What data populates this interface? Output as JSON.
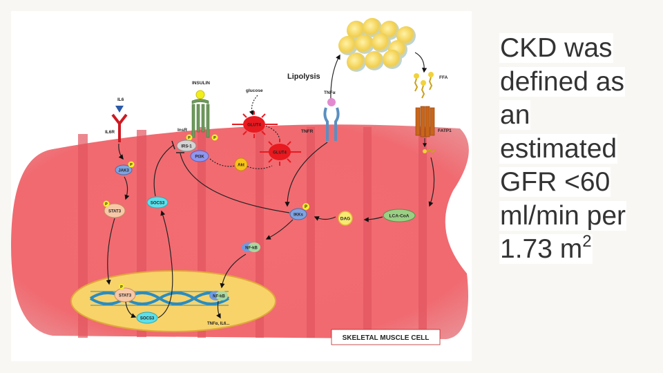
{
  "slide": {
    "text_lines": [
      "CKD was",
      "defined as",
      "an",
      "estimated",
      "GFR <60",
      "ml/min per"
    ],
    "last_line_base": "1.73 m",
    "last_line_sup": "2"
  },
  "diagram": {
    "cell_label": "SKELETAL MUSCLE CELL",
    "ligands": {
      "il6": "IL6",
      "insulin": "INSULIN",
      "glucose": "glucose",
      "tnfa": "TNFα",
      "ffa": "FFA"
    },
    "receptors": {
      "il6r": "IL6R",
      "insr": "InsR",
      "tnfr": "TNFR",
      "fatp1": "FATP1",
      "glut4_top": "GLUT4",
      "glut4_bottom": "GLUT4"
    },
    "process": {
      "lipolysis": "Lipolysis"
    },
    "nodes": {
      "irs1": "IRS-1",
      "pi3k": "PI3K",
      "akt": "Akt",
      "jak3": "JAK3",
      "stat3": "STAT3",
      "socs3": "SOCS3",
      "ikks": "IKKs",
      "nfkb": "NF-kB",
      "dag": "DAG",
      "lcacoa": "LCA-CoA",
      "nuc_stat3": "STAT3",
      "nuc_socs3": "SOCS3",
      "nuc_nfkb": "NF-kB",
      "cytokines_out": "TNFα, IL6..."
    },
    "phospho": "P",
    "colors": {
      "cell": "#f06a70",
      "stripe": "#e35560",
      "nucleus": "#f7d36a",
      "receptor_red": "#cc1a22",
      "glut4": "#e8191f",
      "insr": "#6f9a5c",
      "tnfr": "#5b8fc0",
      "fatp1": "#c8661a",
      "phospho": "#f6ee2a"
    }
  }
}
